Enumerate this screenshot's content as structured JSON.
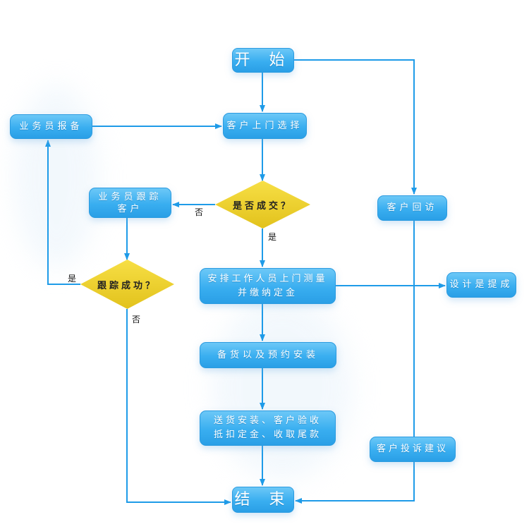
{
  "colors": {
    "node_fill": "#39aef0",
    "node_border": "#2b9be0",
    "decision_fill": "#f2d22a",
    "connector": "#1e9be8",
    "label_text": "#111111"
  },
  "nodes": {
    "start": "开 始",
    "customer_visit_select": "客户上门选择",
    "sales_report": "业务员报备",
    "sales_follow": "业务员跟踪\n客户",
    "arrange_measure": "安排工作人员上门测量\n并缴纳定金",
    "prepare_install": "备货以及预约安装",
    "deliver_accept": "送货安装、客户验收\n抵扣定金、收取尾款",
    "customer_revisit": "客户回访",
    "design_suggest": "设计是提成",
    "complaint": "客户投诉建议",
    "end": "结 束"
  },
  "decisions": {
    "deal": "是否成交？",
    "follow_success": "跟踪成功？"
  },
  "edge_labels": {
    "deal_no": "否",
    "deal_yes": "是",
    "follow_yes": "是",
    "follow_no": "否"
  }
}
